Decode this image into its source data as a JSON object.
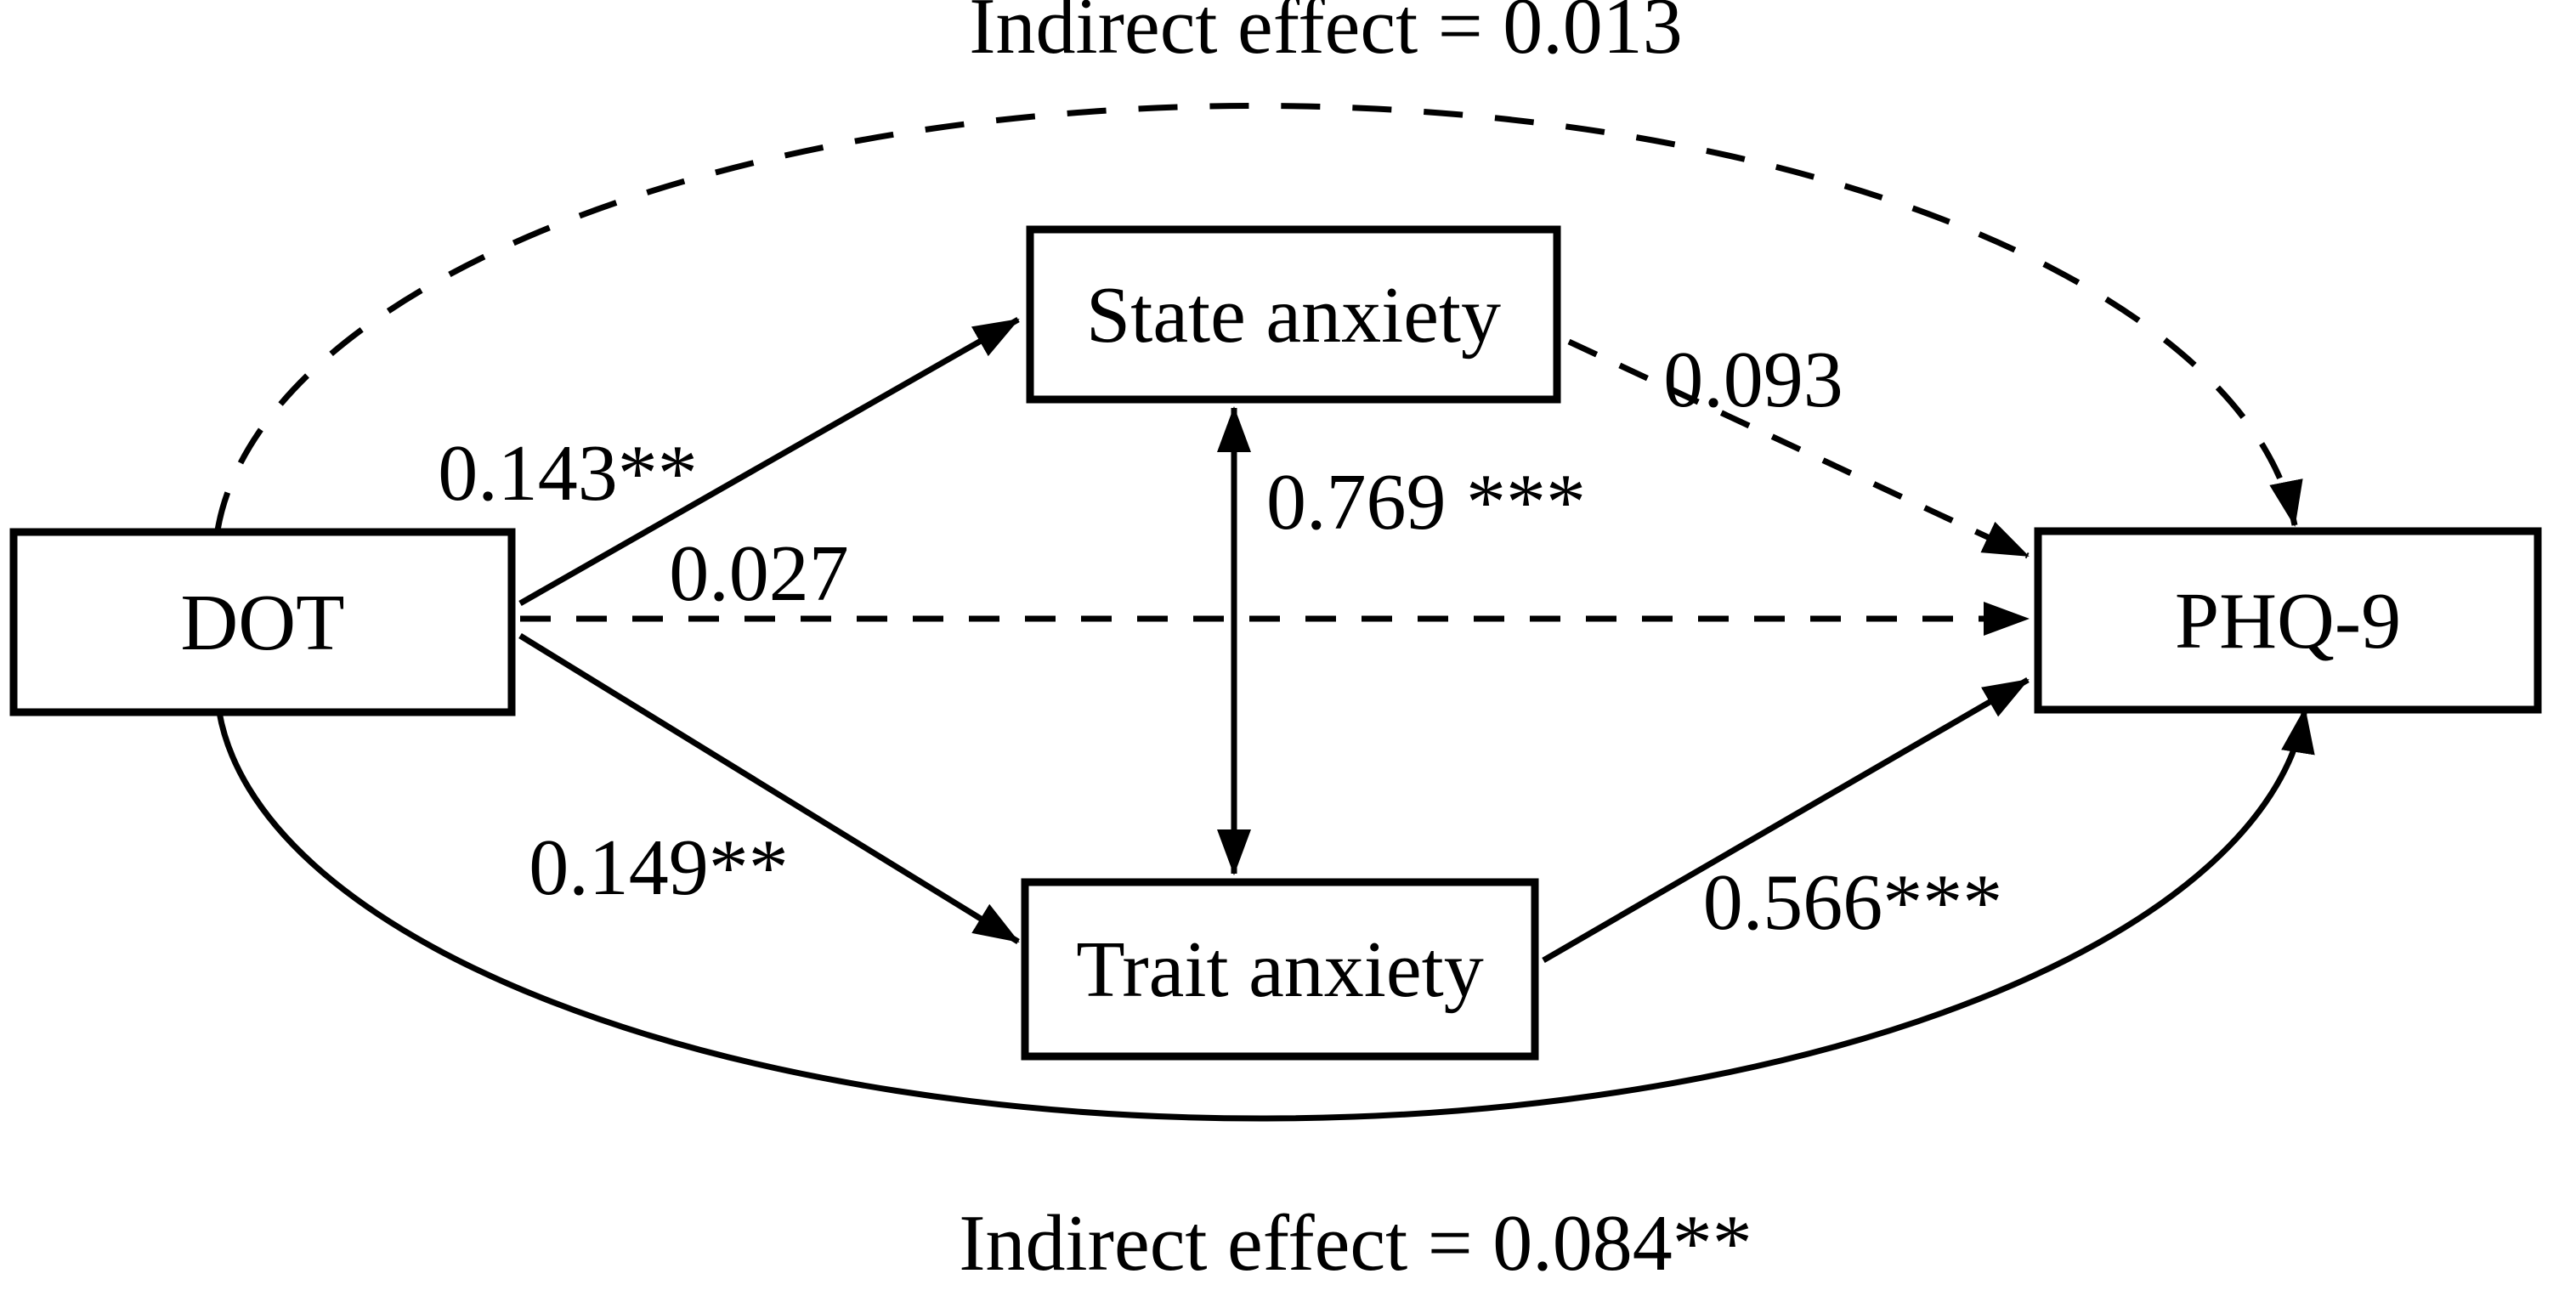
{
  "figure": {
    "type": "mediation-path-diagram",
    "background_color": "#ffffff",
    "line_color": "#000000",
    "box_fill_color": "#ffffff",
    "text_color": "#000000",
    "nodes": {
      "dot": {
        "label": "DOT"
      },
      "state_anxiety": {
        "label": "State anxiety"
      },
      "trait_anxiety": {
        "label": "Trait anxiety"
      },
      "phq9": {
        "label": "PHQ-9"
      }
    },
    "edges": {
      "dot_to_state": {
        "label": "0.143**",
        "style": "solid",
        "from": "DOT",
        "to": "State anxiety"
      },
      "dot_to_trait": {
        "label": "0.149**",
        "style": "solid",
        "from": "DOT",
        "to": "Trait anxiety"
      },
      "dot_to_phq9_direct": {
        "label": "0.027",
        "style": "dashed",
        "from": "DOT",
        "to": "PHQ-9"
      },
      "state_to_phq9": {
        "label": "0.093",
        "style": "dashed",
        "from": "State anxiety",
        "to": "PHQ-9"
      },
      "trait_to_phq9": {
        "label": "0.566***",
        "style": "solid",
        "from": "Trait anxiety",
        "to": "PHQ-9"
      },
      "state_trait_covariance": {
        "label": "0.769 ***",
        "style": "solid",
        "double_headed": true,
        "from": "State anxiety",
        "to": "Trait anxiety"
      },
      "indirect_via_state": {
        "label": "Indirect effect = 0.013",
        "style": "dashed",
        "from": "DOT",
        "to": "PHQ-9"
      },
      "indirect_via_trait": {
        "label": "Indirect effect = 0.084**",
        "style": "solid",
        "from": "DOT",
        "to": "PHQ-9"
      }
    }
  }
}
